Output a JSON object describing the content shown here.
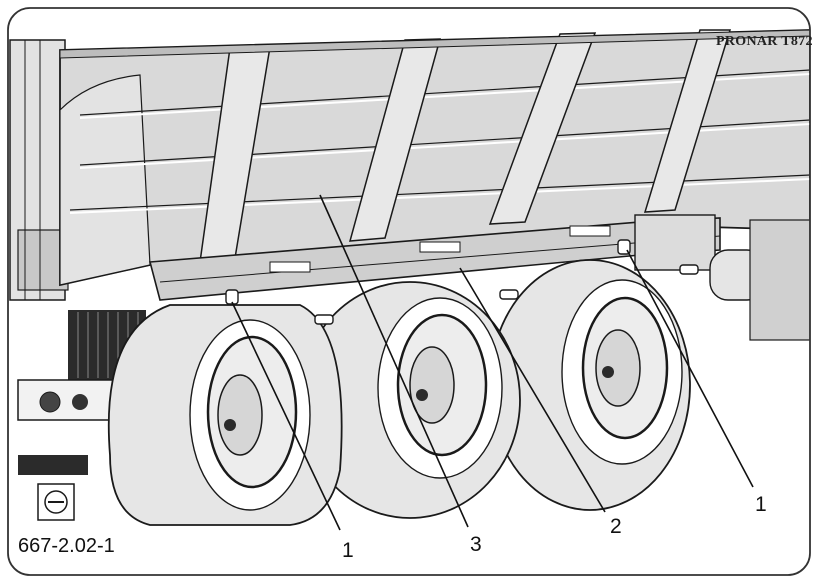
{
  "figure": {
    "id": "667-2.02-1",
    "brand": "PRONAR T872"
  },
  "callouts": [
    {
      "id": "callout-1-left",
      "label": "1"
    },
    {
      "id": "callout-3",
      "label": "3"
    },
    {
      "id": "callout-2",
      "label": "2"
    },
    {
      "id": "callout-1-right",
      "label": "1"
    }
  ],
  "colors": {
    "frame": "#333333",
    "panel": "#d9d9d9",
    "tire": "#e6e6e6",
    "line": "#1a1a1a",
    "dark": "#2b2b2b"
  }
}
